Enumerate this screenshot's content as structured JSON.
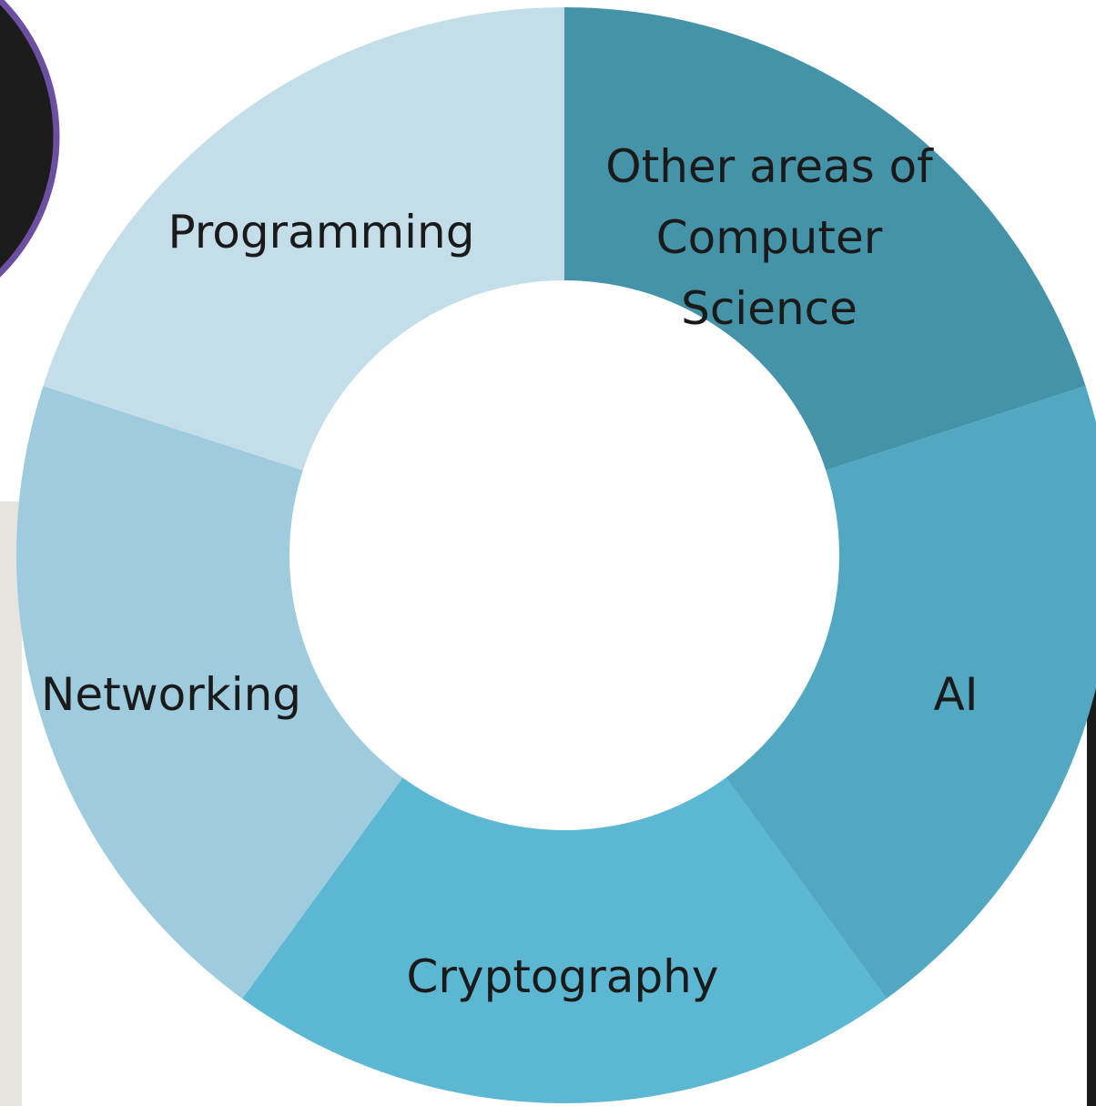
{
  "chart_data": {
    "type": "pie",
    "donut": true,
    "start": "top, clockwise",
    "categories": [
      "Other areas of Computer Science",
      "AI",
      "Cryptography",
      "Networking",
      "Programming"
    ],
    "values": [
      20,
      20,
      20,
      20,
      20
    ],
    "labels": [
      [
        "Other areas of",
        "Computer",
        "Science"
      ],
      [
        "AI"
      ],
      [
        "Cryptography"
      ],
      [
        "Networking"
      ],
      [
        "Programming"
      ]
    ],
    "colors": [
      "#4593A8",
      "#52A8C0",
      "#5BB7D2",
      "#9ECBDD",
      "#C3DEE9"
    ],
    "legend": "none"
  },
  "background_photos": {
    "colors": [
      "#1a1a1a",
      "#e8e6e1",
      "#6d4fa2"
    ]
  }
}
